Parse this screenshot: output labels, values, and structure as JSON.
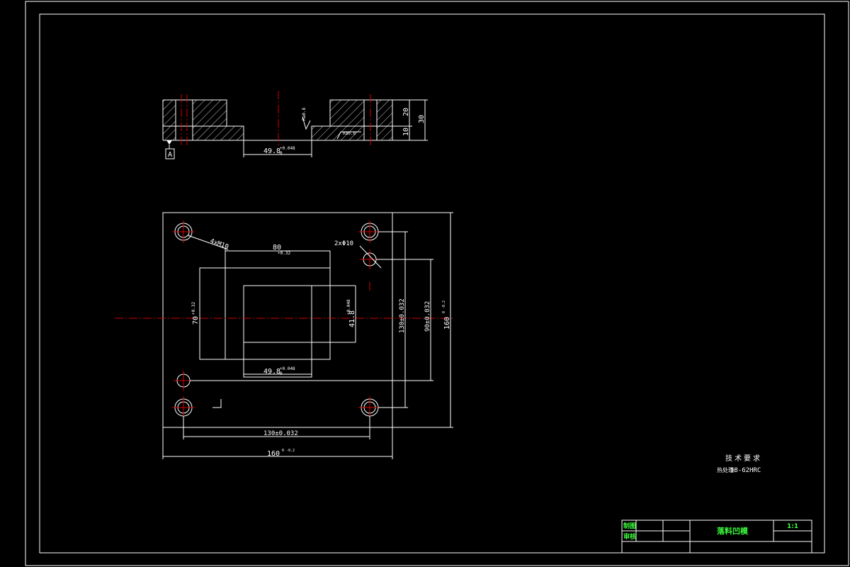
{
  "section_view": {
    "datum_label": "A",
    "dim_pocket_width": "49.8",
    "tol_pocket": "+0.048",
    "tol_pocket_low": "0",
    "dim_height_total": "30",
    "dim_height_upper": "20",
    "dim_height_lower": "10",
    "roughness_1": "Ra0.8",
    "roughness_2": "Ra0.8"
  },
  "plan_view": {
    "hole_callout_thread": "4xM10",
    "hole_callout_pin": "2xΦ10",
    "dim_inner_width": "80",
    "dim_inner_width_tol": "+0.32",
    "dim_inner_height": "70",
    "dim_inner_height_tol": "+0.32",
    "dim_opening_height": "41.8",
    "dim_opening_height_tol": "+0.048",
    "dim_opening_width": "49.8",
    "dim_opening_width_tol": "+0.048",
    "dim_opening_width_tol_low": "0",
    "dim_hole_pitch_y": "130±0.032",
    "dim_pin_pitch_y": "90±0.032",
    "dim_overall_height": "160",
    "dim_overall_height_tol": "0\n-0.2",
    "dim_hole_pitch_x": "130±0.032",
    "dim_overall_width": "160",
    "dim_overall_width_tol": "0\n-0.2"
  },
  "notes": {
    "heading": "技术要求",
    "line1_prefix": "热处理:",
    "line1_value": "58-62HRC"
  },
  "title_block": {
    "label_drawn": "制图",
    "label_checked": "审核",
    "part_name": "落料凹模",
    "scale": "1:1"
  }
}
